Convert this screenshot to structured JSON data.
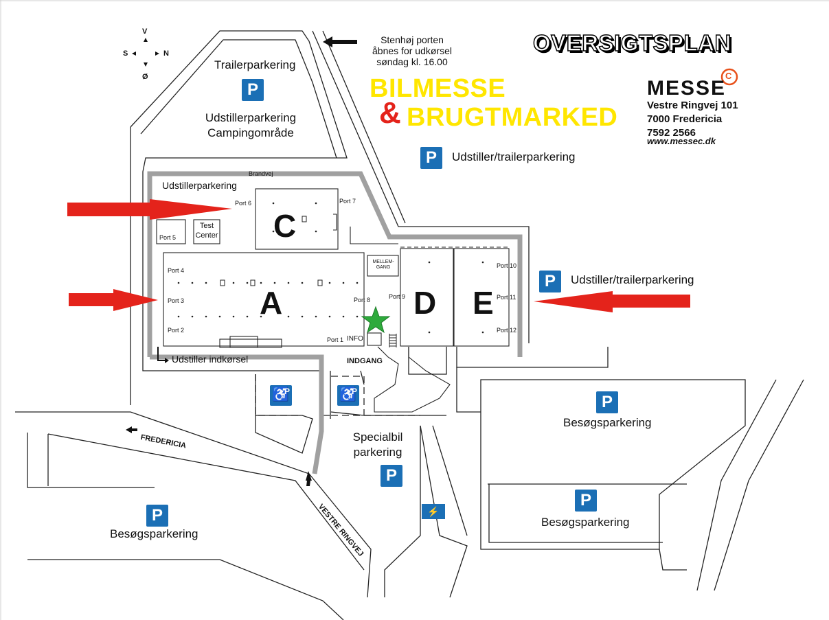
{
  "header": {
    "title": "OVERSIGTSPLAN",
    "event_line1": "BILMESSE",
    "event_amp": "&",
    "event_line2": "BRUGTMARKED"
  },
  "logo": {
    "name": "MESSE",
    "copyright_symbol": "C",
    "address_line1": "Vestre Ringvej 101",
    "address_line2": "7000 Fredericia",
    "phone": "7592 2566",
    "website": "www.messec.dk"
  },
  "compass": {
    "north": "N",
    "south": "S",
    "east": "Ø",
    "west": "V"
  },
  "gate_notice": {
    "line1": "Stenhøj porten",
    "line2": "åbnes for udkørsel",
    "line3": "søndag kl. 16.00"
  },
  "parking_symbol": "P",
  "areas": {
    "trailer_parking": "Trailerparkering",
    "exhibitor_camping_line1": "Udstillerparkering",
    "exhibitor_camping_line2": "Campingområde",
    "exhibitor_trailer_top": "Udstiller/trailerparkering",
    "exhibitor_trailer_right": "Udstiller/trailerparkering",
    "exhibitor_parking_inner": "Udstillerparkering",
    "special_line1": "Specialbil",
    "special_line2": "parkering",
    "visitor_left": "Besøgsparkering",
    "visitor_right_top": "Besøgsparkering",
    "visitor_right_bottom": "Besøgsparkering"
  },
  "roads": {
    "brandvej": "Brandvej",
    "fredericia": "FREDERICIA",
    "vestre_ringvej": "VESTRE RINGVEJ"
  },
  "halls": {
    "a": "A",
    "c": "C",
    "d": "D",
    "e": "E"
  },
  "buildings": {
    "test_center_line1": "Test",
    "test_center_line2": "Center",
    "mellemgang_line1": "MELLEM-",
    "mellemgang_line2": "GANG",
    "info": "INFO",
    "entrance": "INDGANG",
    "exhibitor_entry": "Udstiller indkørsel"
  },
  "ports": {
    "p1": "Port 1",
    "p2": "Port 2",
    "p3": "Port 3",
    "p4": "Port 4",
    "p5": "Port 5",
    "p6": "Port 6",
    "p7": "Port 7",
    "p8": "Port 8",
    "p9": "Port 9",
    "p10": "Port 10",
    "p11": "Port 11",
    "p12": "Port 12"
  },
  "handicap_parking_label": "P",
  "colors": {
    "route_gray": "#a0a0a0",
    "arrow_red": "#e4231b",
    "parking_blue": "#1b6fb5",
    "info_star_green": "#2eaa3c",
    "event_yellow": "#ffe600",
    "copyright_orange": "#e8501a"
  },
  "icons": [
    "compass-icon",
    "parking-icon",
    "handicap-parking-icon",
    "ev-charging-icon",
    "info-star-icon",
    "red-arrow-icon",
    "black-arrow-icon"
  ]
}
